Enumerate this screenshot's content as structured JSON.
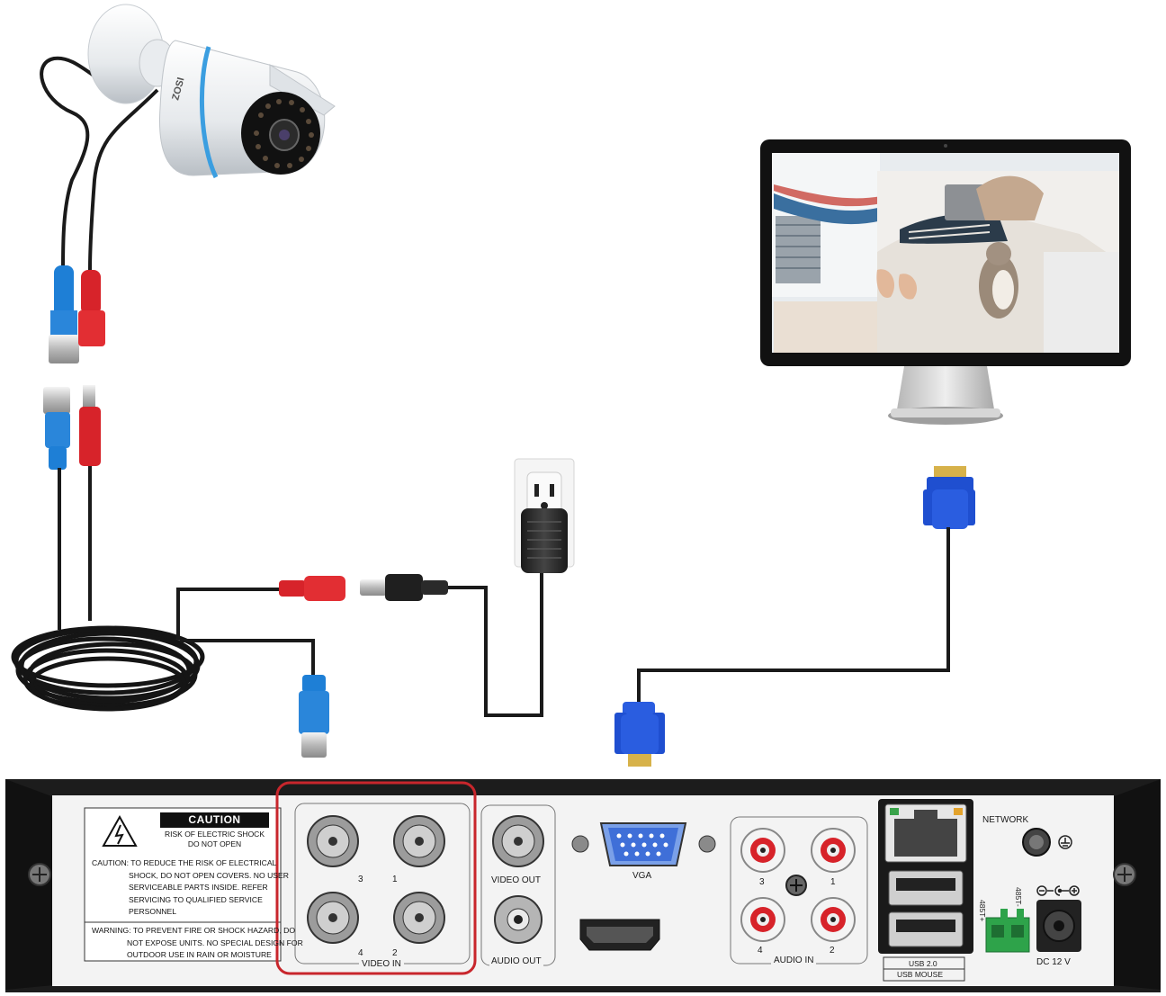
{
  "camera": {
    "brand": "ZOSI"
  },
  "caution_label": {
    "title": "CAUTION",
    "subtitle_line1": "RISK OF ELECTRIC SHOCK",
    "subtitle_line2": "DO NOT OPEN",
    "caution_lines": [
      "CAUTION: TO REDUCE THE RISK OF ELECTRICAL",
      "SHOCK, DO NOT OPEN COVERS. NO USER",
      "SERVICEABLE PARTS INSIDE. REFER",
      "SERVICING TO QUALIFIED SERVICE",
      "PERSONNEL"
    ],
    "warning_lines": [
      "WARNING: TO PREVENT FIRE OR SHOCK HAZARD, DO",
      "NOT EXPOSE UNITS. NO SPECIAL DESIGN FOR",
      "OUTDOOR USE IN RAIN OR MOISTURE"
    ]
  },
  "ports": {
    "video_in": "VIDEO IN",
    "video_in_numbers": [
      "3",
      "1",
      "4",
      "2"
    ],
    "video_out": "VIDEO OUT",
    "audio_out": "AUDIO OUT",
    "vga": "VGA",
    "audio_in": "AUDIO IN",
    "audio_in_numbers": [
      "3",
      "1",
      "4",
      "2"
    ],
    "network": "NETWORK",
    "usb_line1": "USB 2.0",
    "usb_line2": "USB MOUSE",
    "rs485_plus": "485T+",
    "rs485_minus": "485T-",
    "dc": "DC 12 V"
  },
  "colors": {
    "highlight": "#c8262c",
    "bnc_blue": "#1e7fd6",
    "power_red": "#d7232a",
    "vga_blue": "#1f4fd0",
    "dvr_body": "#1c1c1c",
    "panel": "#f3f3f3"
  }
}
